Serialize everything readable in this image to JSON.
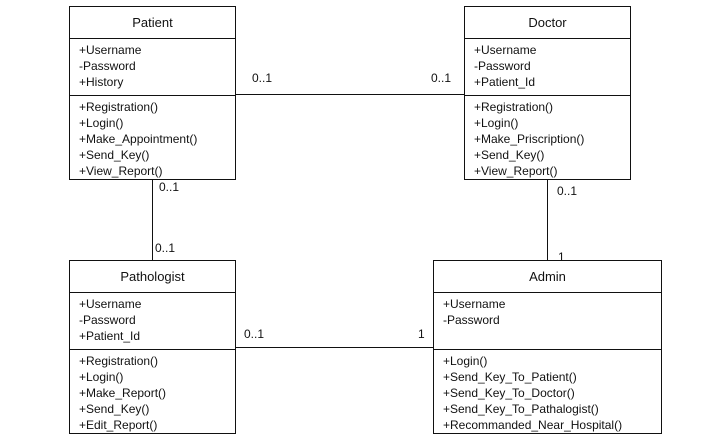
{
  "classes": {
    "patient": {
      "name": "Patient",
      "attributes": [
        "+Username",
        "-Password",
        "+History"
      ],
      "operations": [
        "+Registration()",
        "+Login()",
        "+Make_Appointment()",
        "+Send_Key()",
        "+View_Report()"
      ]
    },
    "doctor": {
      "name": "Doctor",
      "attributes": [
        "+Username",
        "-Password",
        "+Patient_Id"
      ],
      "operations": [
        "+Registration()",
        "+Login()",
        "+Make_Priscription()",
        "+Send_Key()",
        "+View_Report()"
      ]
    },
    "pathologist": {
      "name": "Pathologist",
      "attributes": [
        "+Username",
        "-Password",
        "+Patient_Id"
      ],
      "operations": [
        "+Registration()",
        "+Login()",
        "+Make_Report()",
        "+Send_Key()",
        "+Edit_Report()"
      ]
    },
    "admin": {
      "name": "Admin",
      "attributes": [
        "+Username",
        "-Password"
      ],
      "operations": [
        "+Login()",
        "+Send_Key_To_Patient()",
        "+Send_Key_To_Doctor()",
        "+Send_Key_To_Pathalogist()",
        "+Recommanded_Near_Hospital()"
      ]
    }
  },
  "associations": {
    "patient_doctor": {
      "patient_end": "0..1",
      "doctor_end": "0..1"
    },
    "patient_pathologist": {
      "patient_end": "0..1",
      "pathologist_end": "0..1"
    },
    "doctor_admin": {
      "doctor_end": "0..1",
      "admin_end": "1"
    },
    "pathologist_admin": {
      "pathologist_end": "0..1",
      "admin_end": "1"
    }
  },
  "colors": {
    "line": "#111111",
    "background": "#ffffff"
  }
}
